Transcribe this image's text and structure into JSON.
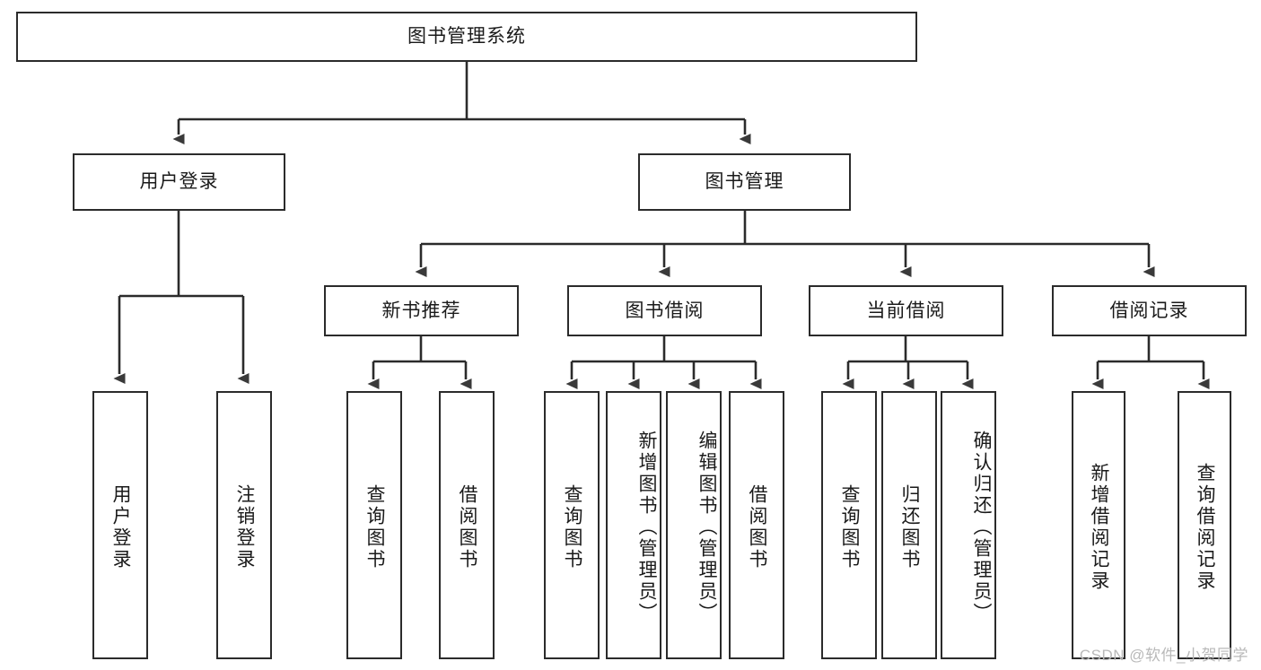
{
  "diagram": {
    "title": "图书管理系统",
    "watermark": "CSDN @软件_小贺同学",
    "type": "tree",
    "orientation": "top-down",
    "line_color": "#2b2b2b",
    "box_fill": "#ffffff",
    "text_color": "#1a1a1a",
    "root": {
      "id": "root",
      "label": "图书管理系统"
    },
    "level2": [
      {
        "id": "user-login",
        "label": "用户登录"
      },
      {
        "id": "book-manage",
        "label": "图书管理"
      }
    ],
    "level3": [
      {
        "id": "new-book-recommend",
        "label": "新书推荐",
        "parent": "book-manage"
      },
      {
        "id": "book-borrow",
        "label": "图书借阅",
        "parent": "book-manage"
      },
      {
        "id": "current-borrow",
        "label": "当前借阅",
        "parent": "book-manage"
      },
      {
        "id": "borrow-record",
        "label": "借阅记录",
        "parent": "book-manage"
      }
    ],
    "leaves": {
      "user_login": [
        {
          "id": "leaf-user-login",
          "label": "用户登录"
        },
        {
          "id": "leaf-user-logout",
          "label": "注销登录"
        }
      ],
      "new_book_recommend": [
        {
          "id": "leaf-query-book-1",
          "label": "查询图书"
        },
        {
          "id": "leaf-borrow-book-1",
          "label": "借阅图书"
        }
      ],
      "book_borrow": [
        {
          "id": "leaf-query-book-2",
          "label": "查询图书"
        },
        {
          "id": "leaf-add-book",
          "label": "新增图书（管理员）"
        },
        {
          "id": "leaf-edit-book",
          "label": "编辑图书（管理员）"
        },
        {
          "id": "leaf-borrow-book-2",
          "label": "借阅图书"
        }
      ],
      "current_borrow": [
        {
          "id": "leaf-query-book-3",
          "label": "查询图书"
        },
        {
          "id": "leaf-return-book",
          "label": "归还图书"
        },
        {
          "id": "leaf-confirm-return",
          "label": "确认归还（管理员）"
        }
      ],
      "borrow_record": [
        {
          "id": "leaf-add-record",
          "label": "新增借阅记录"
        },
        {
          "id": "leaf-query-record",
          "label": "查询借阅记录"
        }
      ]
    }
  }
}
